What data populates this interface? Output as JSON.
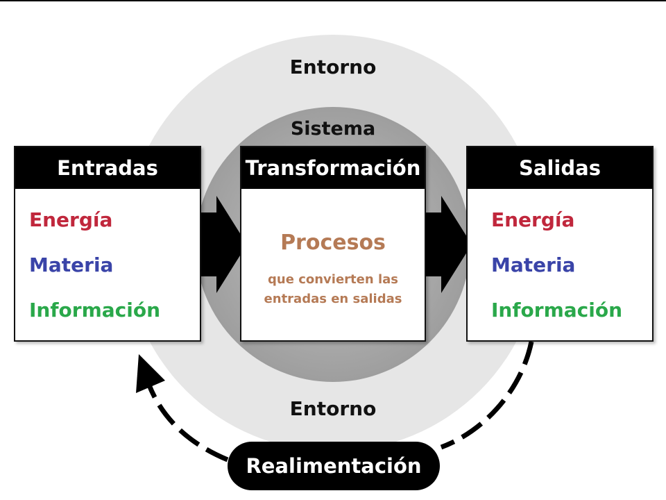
{
  "labels": {
    "outer_top": "Entorno",
    "outer_bottom": "Entorno",
    "system": "Sistema",
    "feedback": "Realimentación"
  },
  "boxes": {
    "inputs": {
      "title": "Entradas",
      "items": [
        "Energía",
        "Materia",
        "Información"
      ]
    },
    "transformation": {
      "title": "Transformación",
      "process_title": "Procesos",
      "process_desc": [
        "que convierten las",
        "entradas en salidas"
      ]
    },
    "outputs": {
      "title": "Salidas",
      "items": [
        "Energía",
        "Materia",
        "Información"
      ]
    }
  },
  "colors": {
    "energy": "#c0273c",
    "matter": "#3a44a8",
    "information": "#2aa84a",
    "process": "#b57a55",
    "environment_circle": "#e6e6e6",
    "system_circle": "#b3b3b3"
  }
}
